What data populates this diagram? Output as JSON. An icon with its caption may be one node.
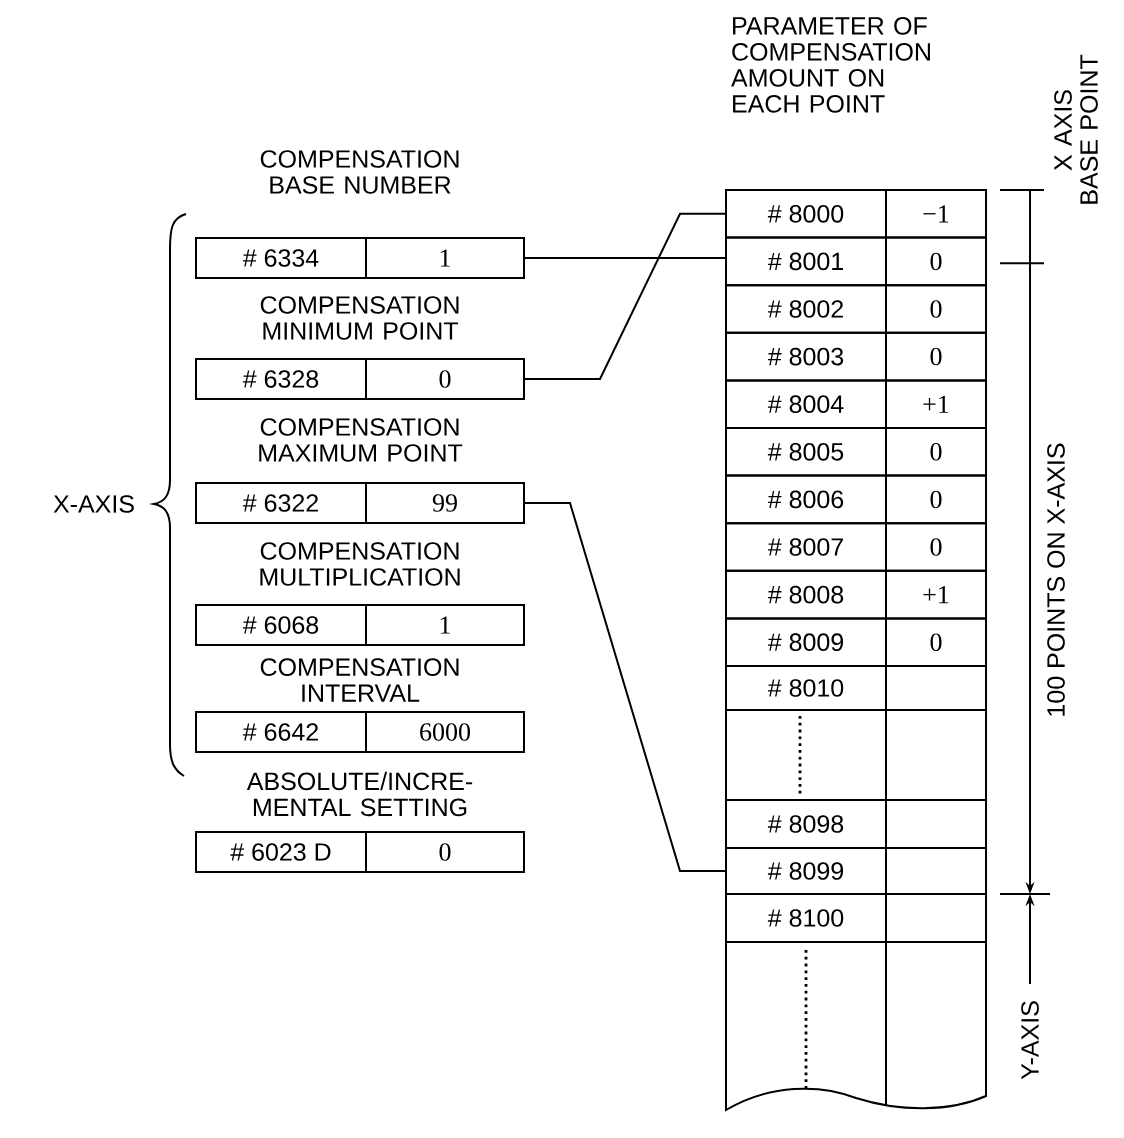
{
  "diagram": {
    "nodes": [
      {
        "text": [
          "COMPENSATION BASE NUMBER",
          "# 6334",
          "1"
        ]
      },
      {
        "text": [
          "COMPENSATION MINIMUM POINT",
          "# 6328",
          "0"
        ]
      },
      {
        "text": [
          "COMPENSATION MAXIMUM POINT",
          "# 6322",
          "99"
        ]
      },
      {
        "text": [
          "COMPENSATION MULTIPLICATION",
          "# 6068",
          "1"
        ]
      },
      {
        "text": [
          "COMPENSATION INTERVAL",
          "# 6642",
          "6000"
        ]
      },
      {
        "text": [
          "ABSOLUTE/INCRE- MENTAL SETTING",
          "# 6023 D",
          "0"
        ]
      },
      {
        "text": [
          "# 8000",
          "−1"
        ]
      },
      {
        "text": [
          "# 8001",
          "0"
        ]
      },
      {
        "text": [
          "# 8002",
          "0"
        ]
      },
      {
        "text": [
          "# 8003",
          "0"
        ]
      },
      {
        "text": [
          "# 8004",
          "+1"
        ]
      },
      {
        "text": [
          "# 8005",
          "0"
        ]
      },
      {
        "text": [
          "# 8006",
          "0"
        ]
      },
      {
        "text": [
          "# 8007",
          "0"
        ]
      },
      {
        "text": [
          "# 8008",
          "+1"
        ]
      },
      {
        "text": [
          "# 8009",
          "0"
        ]
      },
      {
        "text": [
          "# 8010"
        ]
      },
      {
        "text": [],
        "shape": "box"
      },
      {
        "text": [
          "# 8098"
        ]
      },
      {
        "text": [
          "# 8099"
        ]
      },
      {
        "text": [
          "# 8100"
        ]
      },
      {
        "text": [],
        "shape": "box"
      }
    ],
    "edges": [
      {
        "from": 0,
        "to": 7,
        "arrow": "none"
      },
      {
        "from": 1,
        "to": 6,
        "arrow": "none"
      },
      {
        "from": 2,
        "to": 19,
        "arrow": "none"
      }
    ],
    "labels": [
      "PARAMETER OF COMPENSATION AMOUNT ON EACH POINT",
      "X-AXIS",
      "X AXIS BASE POINT",
      "100 POINTS ON X-AXIS",
      "Y-AXIS"
    ]
  }
}
